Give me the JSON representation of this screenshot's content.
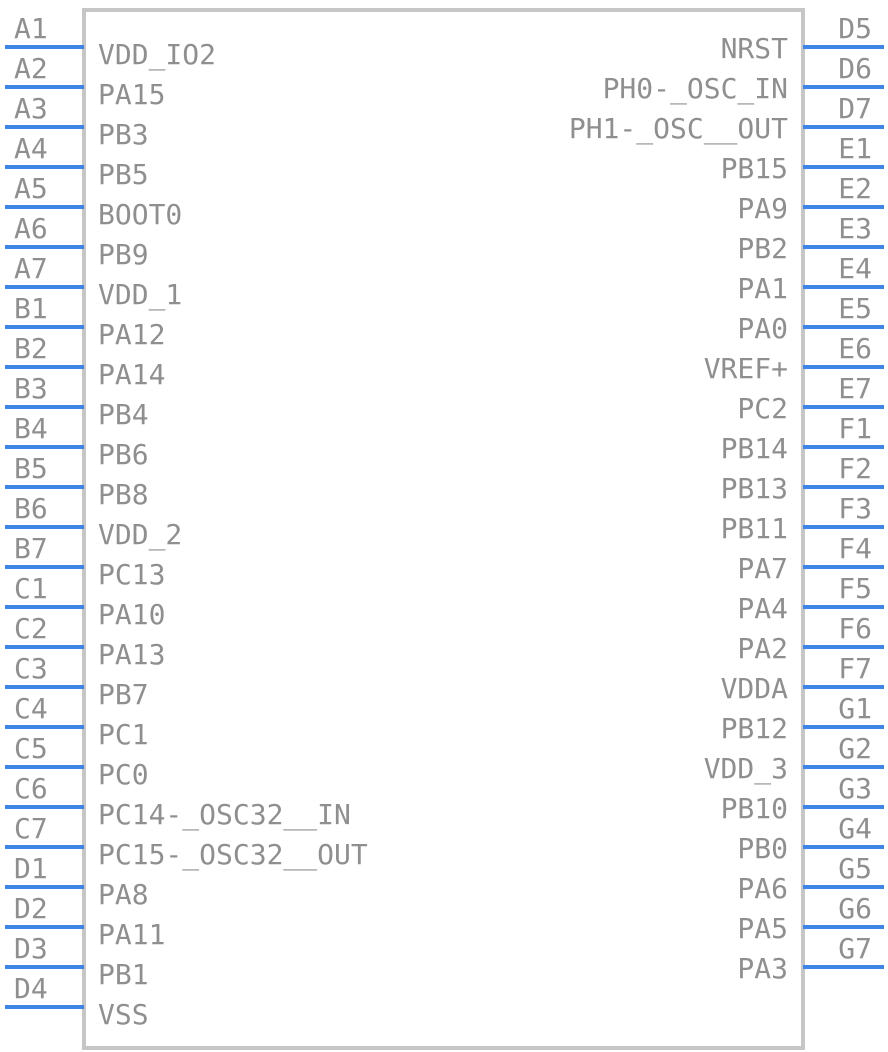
{
  "colors": {
    "pin_line": "#3d86e6",
    "text": "#8f8f8f",
    "body_outline": "#c6c6c6",
    "background": "#ffffff"
  },
  "component": {
    "left_pins": [
      {
        "number": "A1",
        "name": "VDD_IO2"
      },
      {
        "number": "A2",
        "name": "PA15"
      },
      {
        "number": "A3",
        "name": "PB3"
      },
      {
        "number": "A4",
        "name": "PB5"
      },
      {
        "number": "A5",
        "name": "BOOT0"
      },
      {
        "number": "A6",
        "name": "PB9"
      },
      {
        "number": "A7",
        "name": "VDD_1"
      },
      {
        "number": "B1",
        "name": "PA12"
      },
      {
        "number": "B2",
        "name": "PA14"
      },
      {
        "number": "B3",
        "name": "PB4"
      },
      {
        "number": "B4",
        "name": "PB6"
      },
      {
        "number": "B5",
        "name": "PB8"
      },
      {
        "number": "B6",
        "name": "VDD_2"
      },
      {
        "number": "B7",
        "name": "PC13"
      },
      {
        "number": "C1",
        "name": "PA10"
      },
      {
        "number": "C2",
        "name": "PA13"
      },
      {
        "number": "C3",
        "name": "PB7"
      },
      {
        "number": "C4",
        "name": "PC1"
      },
      {
        "number": "C5",
        "name": "PC0"
      },
      {
        "number": "C6",
        "name": "PC14-_OSC32__IN"
      },
      {
        "number": "C7",
        "name": "PC15-_OSC32__OUT"
      },
      {
        "number": "D1",
        "name": "PA8"
      },
      {
        "number": "D2",
        "name": "PA11"
      },
      {
        "number": "D3",
        "name": "PB1"
      },
      {
        "number": "D4",
        "name": "VSS"
      }
    ],
    "right_pins": [
      {
        "number": "D5",
        "name": "NRST"
      },
      {
        "number": "D6",
        "name": "PH0-_OSC_IN"
      },
      {
        "number": "D7",
        "name": "PH1-_OSC__OUT"
      },
      {
        "number": "E1",
        "name": "PB15"
      },
      {
        "number": "E2",
        "name": "PA9"
      },
      {
        "number": "E3",
        "name": "PB2"
      },
      {
        "number": "E4",
        "name": "PA1"
      },
      {
        "number": "E5",
        "name": "PA0"
      },
      {
        "number": "E6",
        "name": "VREF+"
      },
      {
        "number": "E7",
        "name": "PC2"
      },
      {
        "number": "F1",
        "name": "PB14"
      },
      {
        "number": "F2",
        "name": "PB13"
      },
      {
        "number": "F3",
        "name": "PB11"
      },
      {
        "number": "F4",
        "name": "PA7"
      },
      {
        "number": "F5",
        "name": "PA4"
      },
      {
        "number": "F6",
        "name": "PA2"
      },
      {
        "number": "F7",
        "name": "VDDA"
      },
      {
        "number": "G1",
        "name": "PB12"
      },
      {
        "number": "G2",
        "name": "VDD_3"
      },
      {
        "number": "G3",
        "name": "PB10"
      },
      {
        "number": "G4",
        "name": "PB0"
      },
      {
        "number": "G5",
        "name": "PA6"
      },
      {
        "number": "G6",
        "name": "PA5"
      },
      {
        "number": "G7",
        "name": "PA3"
      }
    ]
  }
}
